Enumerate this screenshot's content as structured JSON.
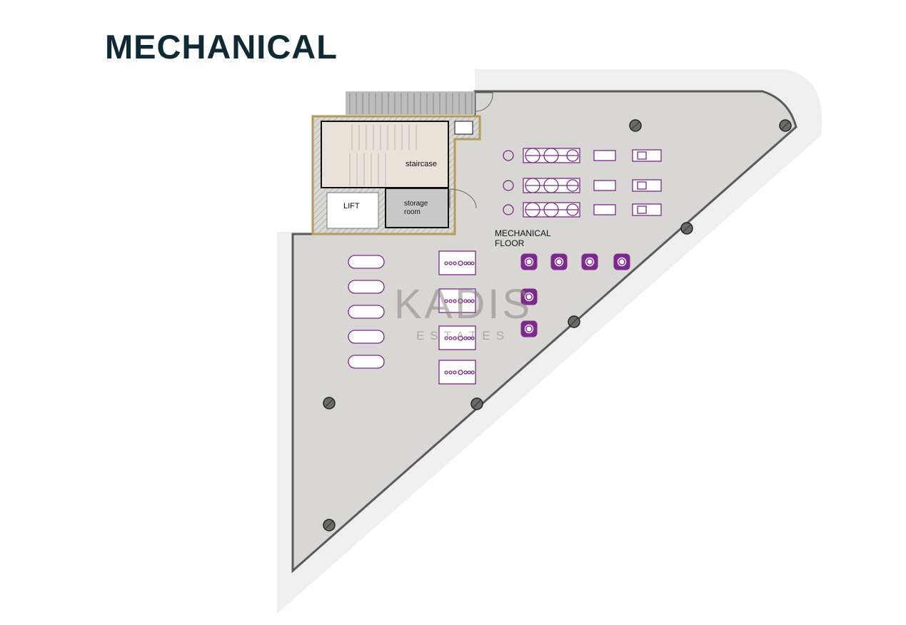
{
  "title": "MECHANICAL",
  "rooms": {
    "staircase": "staircase",
    "lift": "LIFT",
    "storage_line1": "storage",
    "storage_line2": "room",
    "floor_line1": "MECHANICAL",
    "floor_line2": "FLOOR"
  },
  "watermark": {
    "brand": "KADIS",
    "sub": "ESTATES"
  },
  "colors": {
    "equipment": "#7b2a8b",
    "floor": "#d8d7d3",
    "wall": "#5a5a5a",
    "core_outline": "#b59a5a",
    "title": "#0f2a35"
  }
}
